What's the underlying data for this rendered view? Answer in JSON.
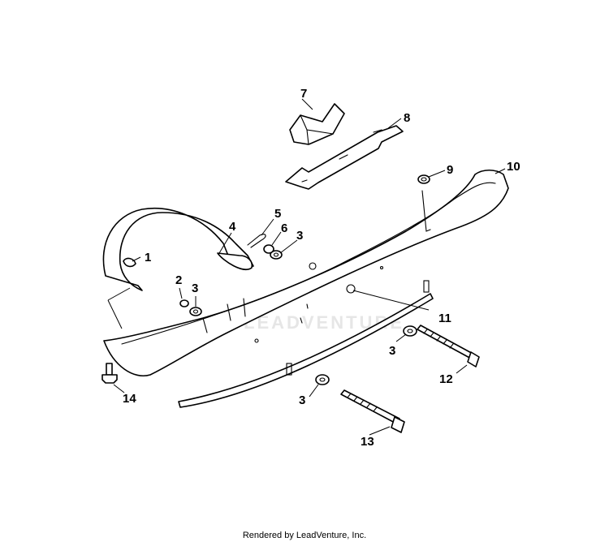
{
  "diagram": {
    "callouts": [
      {
        "id": "c1",
        "label": "1"
      },
      {
        "id": "c2",
        "label": "2"
      },
      {
        "id": "c3a",
        "label": "3"
      },
      {
        "id": "c3b",
        "label": "3"
      },
      {
        "id": "c3c",
        "label": "3"
      },
      {
        "id": "c3d",
        "label": "3"
      },
      {
        "id": "c4",
        "label": "4"
      },
      {
        "id": "c5",
        "label": "5"
      },
      {
        "id": "c6",
        "label": "6"
      },
      {
        "id": "c7",
        "label": "7"
      },
      {
        "id": "c8",
        "label": "8"
      },
      {
        "id": "c9",
        "label": "9"
      },
      {
        "id": "c10",
        "label": "10"
      },
      {
        "id": "c11",
        "label": "11"
      },
      {
        "id": "c12",
        "label": "12"
      },
      {
        "id": "c13",
        "label": "13"
      },
      {
        "id": "c14",
        "label": "14"
      }
    ],
    "watermark": "LEADVENTURE",
    "footer": "Rendered by LeadVenture, Inc."
  }
}
